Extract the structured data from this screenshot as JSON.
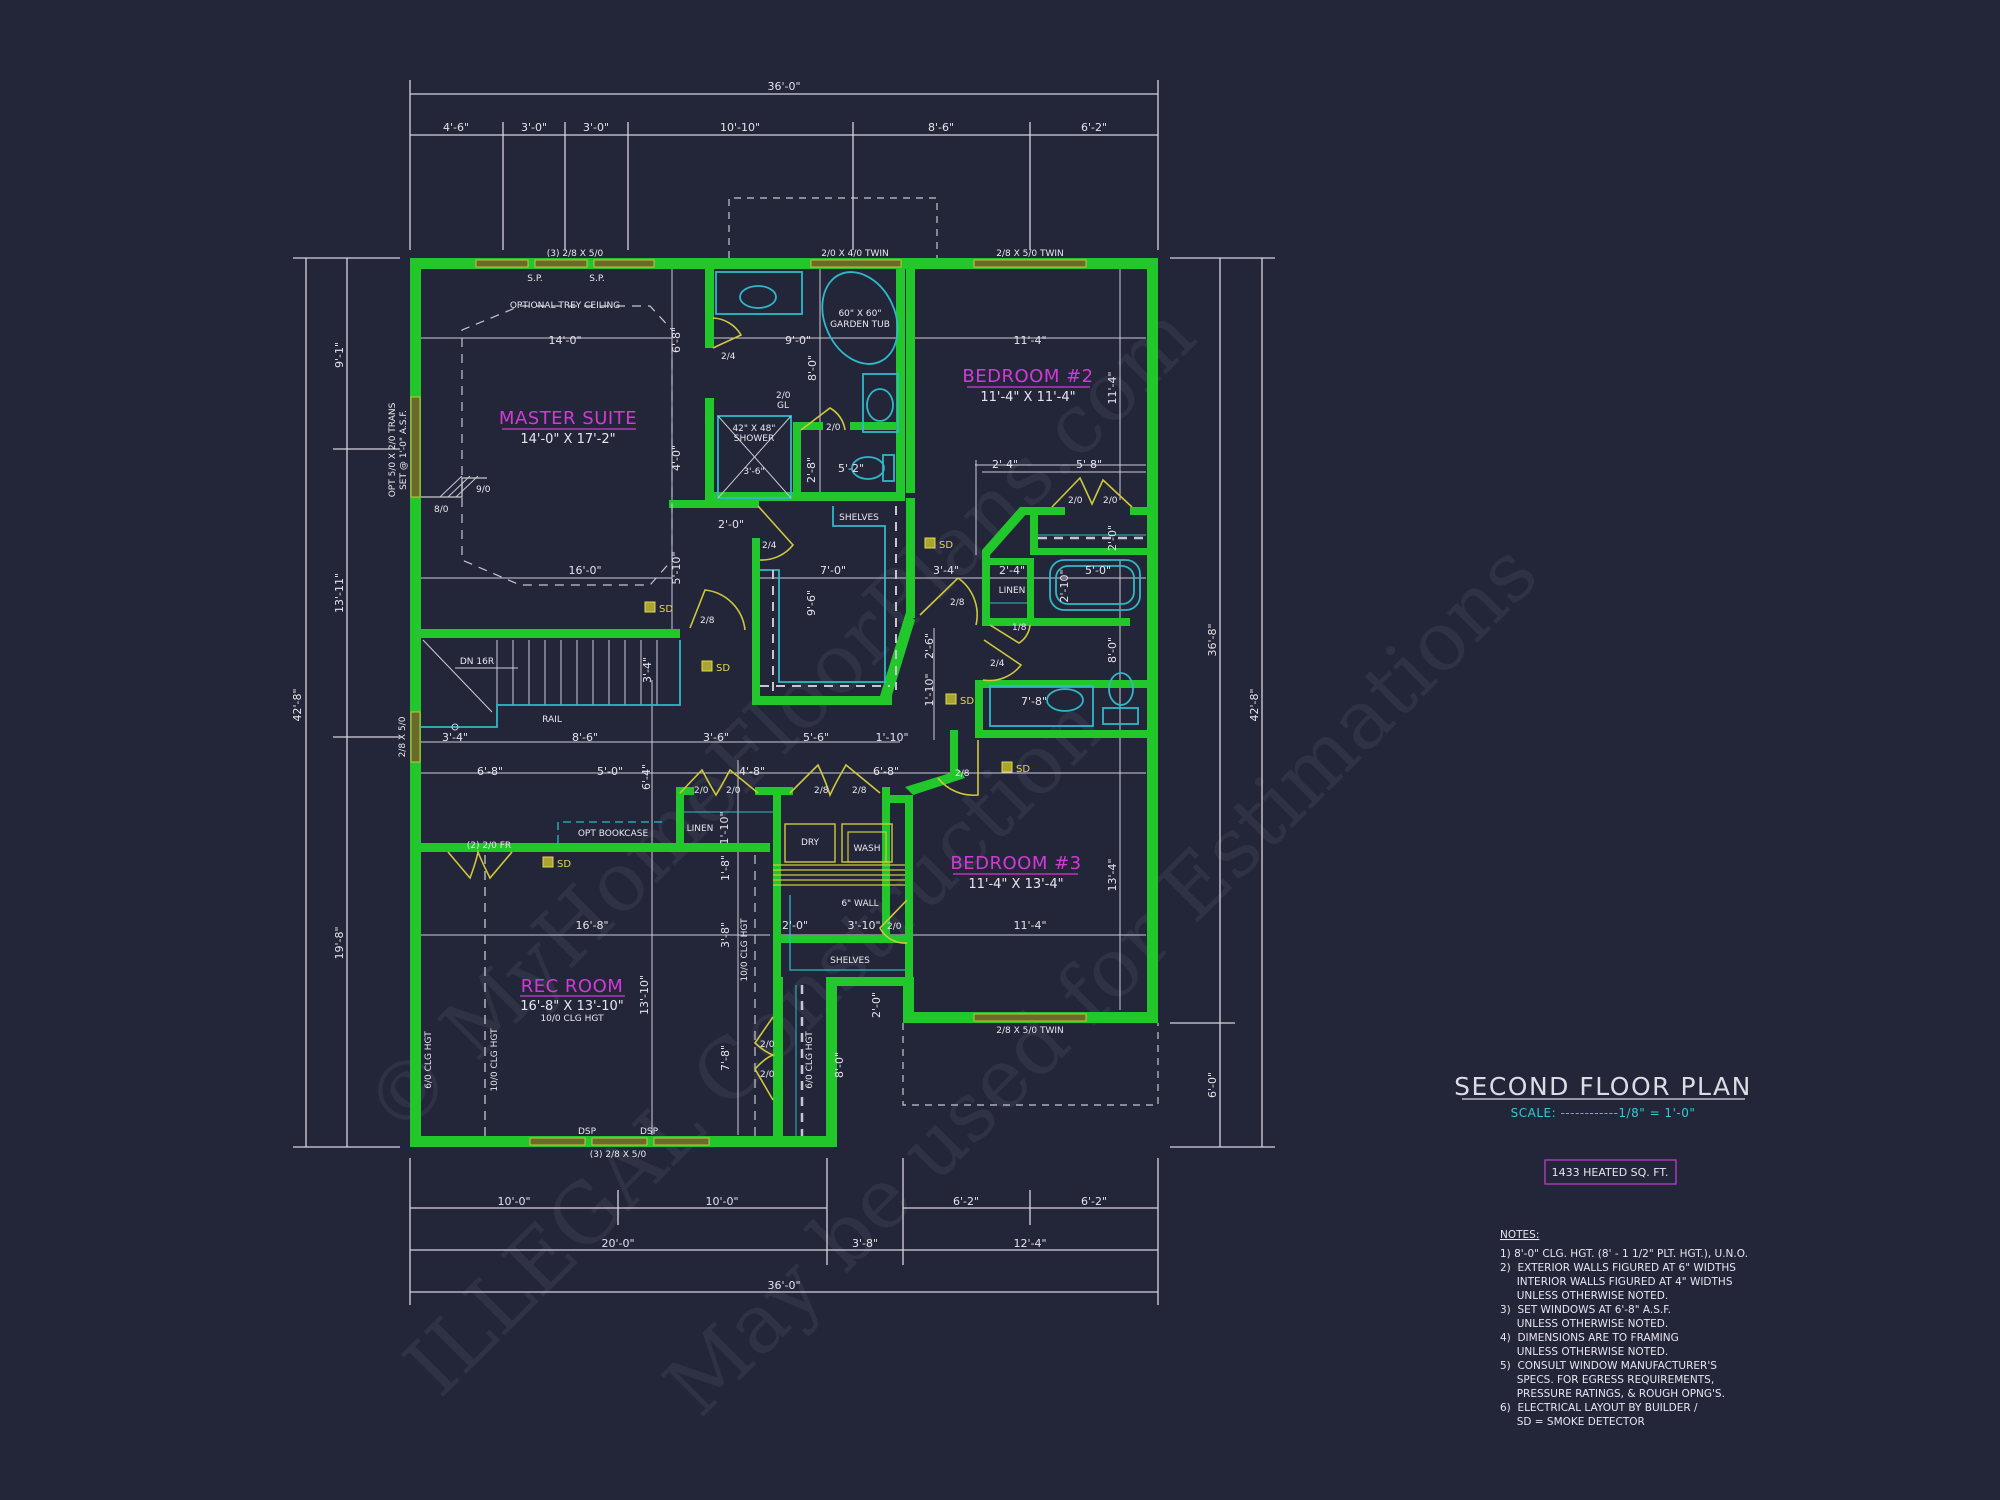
{
  "drawing": {
    "title": "SECOND FLOOR PLAN",
    "scale": "SCALE: ------------1/8\" = 1'-0\"",
    "heated_area": "1433 HEATED SQ. FT.",
    "colors": {
      "background": "#232639",
      "walls": "#22c72c",
      "room_labels": "#d23ad8",
      "fixtures": "#2fb8c8",
      "doors": "#cfc83a",
      "dimension_lines": "#d8d4e0",
      "scale_text": "#35c9d0",
      "sqft_box": "#a43ab8"
    }
  },
  "watermark": {
    "line1": "© MyHomeFloorPlans.com",
    "line2": "ILLEGAL Construction",
    "line3": "May be used for Estimations"
  },
  "dimensions": {
    "top_overall": "36'-0\"",
    "top_segments": [
      "4'-6\"",
      "3'-0\"",
      "3'-0\"",
      "10'-10\"",
      "8'-6\"",
      "6'-2\""
    ],
    "bottom_segments_row1": [
      "10'-0\"",
      "10'-0\"",
      "6'-2\"",
      "6'-2\""
    ],
    "bottom_segments_row2": [
      "20'-0\"",
      "3'-8\"",
      "12'-4\""
    ],
    "bottom_overall": "36'-0\"",
    "left_overall": "42'-8\"",
    "left_segments": [
      "9'-1\"",
      "13'-11\"",
      "19'-8\""
    ],
    "right_inner": "36'-8\"",
    "right_overall": "42'-8\"",
    "right_bottom": "6'-0\""
  },
  "windows": {
    "top_left": "(3) 2/8 X 5/0",
    "top_mid": "2/0 X 4/0 TWIN",
    "top_right": "2/8 X 5/0 TWIN",
    "sp1": "S.P.",
    "sp2": "S.P.",
    "left_trans_1": "OPT 5/0 X 2/0 TRANS",
    "left_trans_2": "SET @ 1'-0\" A.S.F.",
    "left_stair": "2/8 X 5/0",
    "bed3_bottom": "2/8 X 5/0 TWIN",
    "rec_bottom": "(3) 2/8 X 5/0",
    "dsp1": "DSP",
    "dsp2": "DSP"
  },
  "rooms": {
    "master": {
      "name": "MASTER SUITE",
      "size": "14'-0\" X 17'-2\"",
      "trey": "OPTIONAL TREY CEILING",
      "dim_top": "14'-0\"",
      "dim_bottom": "16'-0\"",
      "dim_v1": "6'-8\"",
      "dim_v2": "4'-0\"",
      "dim_v3": "5'-10\"",
      "closet1": "9/0",
      "closet2": "8/0"
    },
    "master_bath": {
      "tub": "60\" X 60\"",
      "tub2": "GARDEN TUB",
      "shower": "42\" X 48\"",
      "shower2": "SHOWER",
      "shower_dim": "3'-6\"",
      "gl": "2/0",
      "gl2": "GL",
      "dim_w": "9'-0\"",
      "dim_h": "8'-0\"",
      "wc_w": "5'-2\"",
      "wc_h": "2'-8\"",
      "door_main": "2/4",
      "door_wc": "2/0"
    },
    "wic": {
      "shelves": "SHELVES",
      "dim_w": "7'-0\"",
      "dim_h": "9'-6\"",
      "dim_door": "2'-0\"",
      "door": "2/4"
    },
    "bedroom2": {
      "name": "BEDROOM #2",
      "size": "11'-4\" X 11'-4\"",
      "dim_w": "11'-4\"",
      "dim_h": "11'-4\"",
      "closet_a": "2'-4\"",
      "closet_b": "5'-8\"",
      "closet_door1": "2/0",
      "closet_door2": "2/0",
      "closet_depth": "2'-0\""
    },
    "hall_bath": {
      "linen": "LINEN",
      "linen_w": "2'-4\"",
      "tub_w": "5'-0\"",
      "tub_h": "2'-10\"",
      "vanity": "7'-8\"",
      "bath_h": "8'-0\"",
      "door1": "2/8",
      "door_linen": "1/8",
      "door2": "2/4",
      "hall_w": "3'-4\"",
      "hall_v1": "2'-6\"",
      "hall_v2": "1'-10\""
    },
    "stairs": {
      "dn": "DN 16R",
      "rail": "RAIL",
      "w": "3'-4\""
    },
    "hall": {
      "row1": [
        "3'-4\"",
        "8'-6\"",
        "3'-6\"",
        "5'-6\"",
        "1'-10\""
      ],
      "row2": [
        "6'-8\"",
        "5'-0\"",
        "4'-8\"",
        "6'-8\""
      ],
      "v1": "6'-4\"",
      "bookcase": "OPT BOOKCASE",
      "linen": "LINEN",
      "linen_h": "1'-10\"",
      "linen_door1": "2/0",
      "linen_door2": "2/0",
      "laundry_door1": "2/8",
      "laundry_door2": "2/8",
      "master_door": "2/8",
      "rec_door": "(2) 2/0 FR"
    },
    "laundry": {
      "dry": "DRY",
      "wash": "WASH",
      "wall": "6\" WALL",
      "shelves": "SHELVES",
      "dim1": "2'-0\"",
      "dim2": "3'-10\"",
      "door": "2/0"
    },
    "bedroom3": {
      "name": "BEDROOM #3",
      "size": "11'-4\" X 13'-4\"",
      "dim_w": "11'-4\"",
      "dim_h": "13'-4\"",
      "door": "2/8",
      "closet_h": "2'-0\""
    },
    "rec": {
      "name": "REC ROOM",
      "size": "16'-8\" X 13'-10\"",
      "clg": "10/0 CLG HGT",
      "dim_w": "16'-8\"",
      "dim_h": "13'-10\"",
      "clg_left": "6/0 CLG HGT",
      "clg_mid": "10/0 CLG HGT",
      "clg_right": "10/0 CLG HGT",
      "clg_closet": "6/0 CLG HGT",
      "v1": "1'-8\"",
      "v2": "3'-8\"",
      "v3": "7'-8\"",
      "v4": "8'-0\"",
      "door1": "2/0",
      "door2": "2/0"
    }
  },
  "smoke_detectors": [
    "SD",
    "SD",
    "SD",
    "SD",
    "SD",
    "SD",
    "SD"
  ],
  "notes": {
    "heading": "NOTES:",
    "lines": [
      "1)  8'-0\"  CLG. HGT. (8' - 1 1/2\" PLT. HGT.), U.N.O.",
      "2)  EXTERIOR WALLS FIGURED AT 6\" WIDTHS",
      "     INTERIOR WALLS FIGURED AT 4\" WIDTHS",
      "     UNLESS OTHERWISE NOTED.",
      "3)  SET WINDOWS AT 6'-8\" A.S.F.",
      "     UNLESS OTHERWISE NOTED.",
      "4)  DIMENSIONS ARE TO FRAMING",
      "     UNLESS OTHERWISE NOTED.",
      "5)  CONSULT WINDOW MANUFACTURER'S",
      "     SPECS. FOR EGRESS REQUIREMENTS,",
      "     PRESSURE RATINGS, & ROUGH OPNG'S.",
      "6)  ELECTRICAL LAYOUT BY BUILDER /",
      "     SD = SMOKE DETECTOR"
    ]
  }
}
